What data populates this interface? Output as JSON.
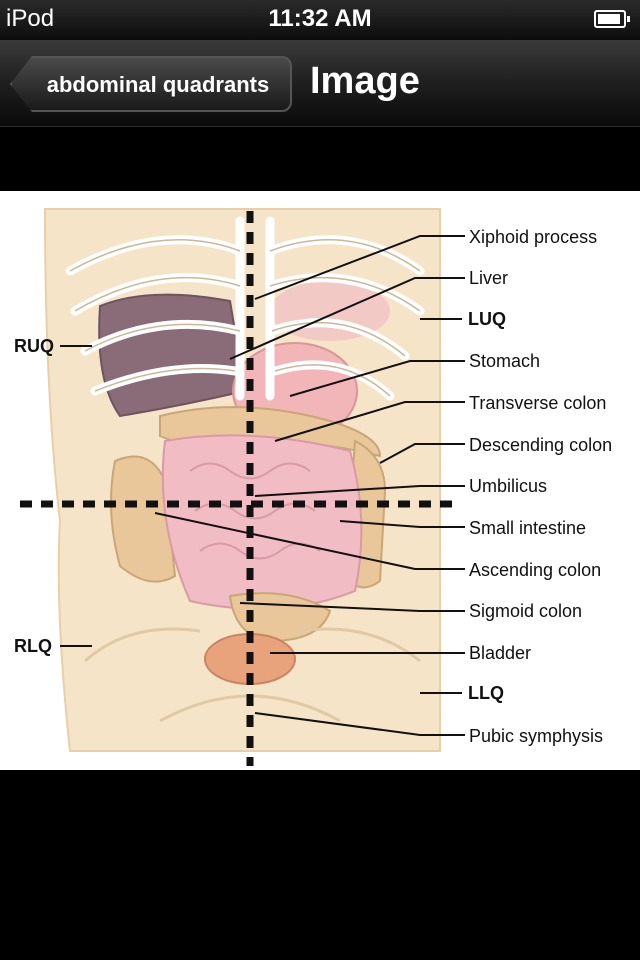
{
  "status_bar": {
    "carrier": "iPod",
    "time": "11:32 AM"
  },
  "nav_bar": {
    "back_label": "abdominal quadrants",
    "title": "Image"
  },
  "figure": {
    "quadrant_labels": {
      "ruq": "RUQ",
      "luq": "LUQ",
      "rlq": "RLQ",
      "llq": "LLQ"
    },
    "structures": [
      "Xiphoid process",
      "Liver",
      "Stomach",
      "Transverse colon",
      "Descending colon",
      "Umbilicus",
      "Small intestine",
      "Ascending colon",
      "Sigmoid colon",
      "Bladder",
      "Pubic symphysis"
    ]
  }
}
